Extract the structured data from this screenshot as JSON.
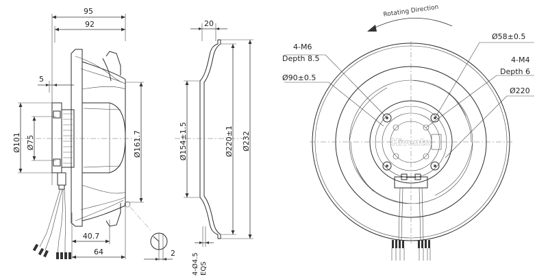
{
  "side_view": {
    "dims": {
      "overall_width": "95",
      "inner_width": "92",
      "flange_offset": "5",
      "dia_101": "Ø101",
      "dia_75": "Ø75",
      "dia_161": "Ø161.7",
      "depth_40": "40.7",
      "depth_64": "64",
      "detail_gap": "2"
    }
  },
  "profile_view": {
    "dims": {
      "top_width": "20",
      "dia_154": "Ø154±1.5",
      "dia_220": "Ø220±1",
      "dia_232": "Ø232",
      "holes": "4-Ø4.5",
      "holes_eqs": "EQS"
    }
  },
  "front_view": {
    "rotating_direction": "Rotating Direction",
    "logo": "Hivento",
    "callouts": {
      "m6": "4-M6",
      "m6_depth": "Depth 8.5",
      "d90": "Ø90±0.5",
      "d58": "Ø58±0.5",
      "m4": "4-M4",
      "m4_depth": "Depth 6",
      "d220": "Ø220"
    }
  }
}
